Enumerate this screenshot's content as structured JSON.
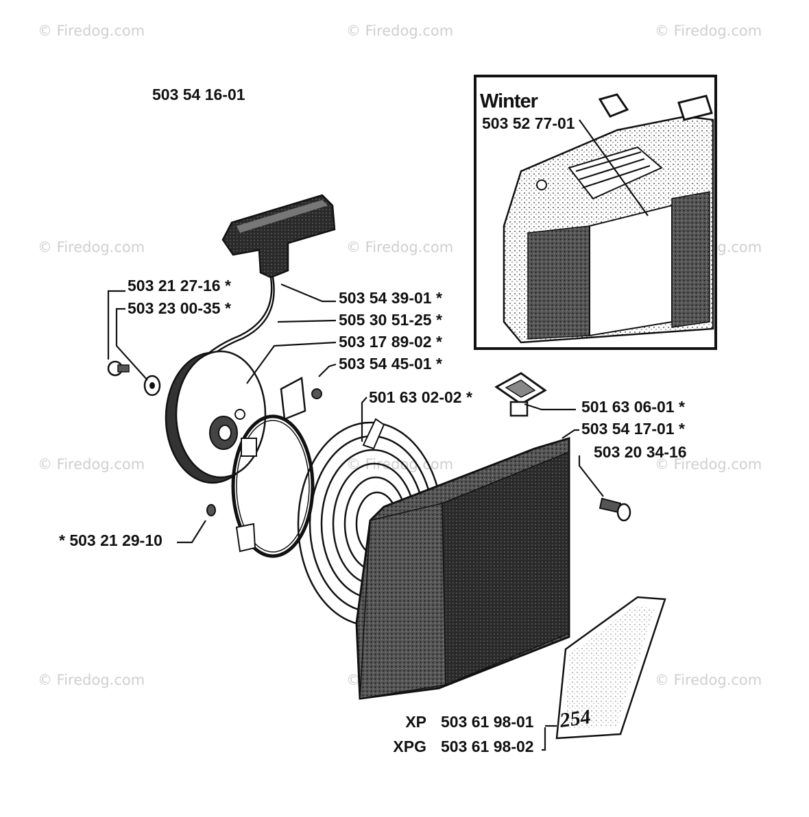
{
  "watermark": "© Firedog.com",
  "main_part_number": "503 54 16-01",
  "inset": {
    "title": "Winter",
    "part_number": "503 52 77-01"
  },
  "callouts": [
    {
      "id": "handle",
      "text": "503 54 39-01  *"
    },
    {
      "id": "cord",
      "text": "505 30 51-25  *"
    },
    {
      "id": "pulley",
      "text": "503 17 89-02  *"
    },
    {
      "id": "pawl",
      "text": "503 54 45-01  *"
    },
    {
      "id": "spring",
      "text": "501 63 02-02  *"
    },
    {
      "id": "guide",
      "text": "501 63 06-01  *"
    },
    {
      "id": "housing",
      "text": "503 54 17-01  *"
    },
    {
      "id": "housing-screw",
      "text": "503 20 34-16"
    },
    {
      "id": "center-screw",
      "text": "503 21 27-16  *"
    },
    {
      "id": "washer",
      "text": "503 23 00-35  *"
    },
    {
      "id": "spring-screw",
      "text": "*  503 21 29-10"
    }
  ],
  "decal": {
    "text": "254",
    "variants": [
      {
        "model": "XP",
        "part_number": "503 61 98-01"
      },
      {
        "model": "XPG",
        "part_number": "503 61 98-02"
      }
    ]
  }
}
